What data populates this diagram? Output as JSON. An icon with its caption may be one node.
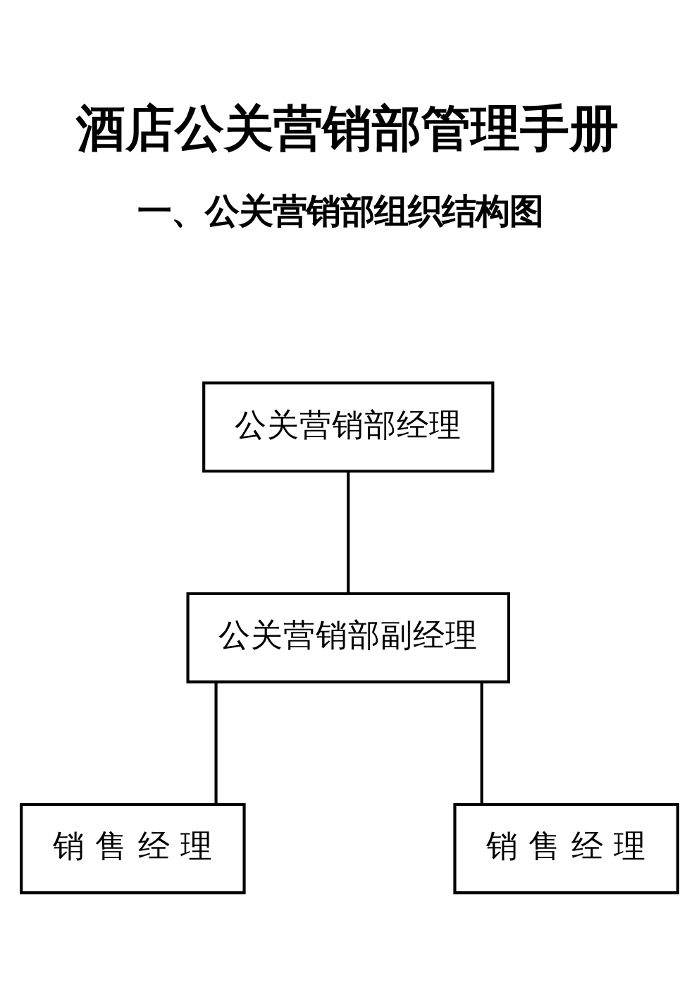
{
  "diagram": {
    "title": "酒店公关营销部管理手册",
    "nodes": [
      {
        "text": [
          "公关营销部经理"
        ]
      },
      {
        "text": [
          "公关营销部副经理"
        ]
      },
      {
        "text": [
          "销 售 经 理"
        ]
      },
      {
        "text": [
          "销 售 经 理"
        ]
      }
    ],
    "edges": [
      {
        "from": 0,
        "to": 1,
        "arrow": "none"
      },
      {
        "from": 1,
        "to": 2,
        "arrow": "none"
      },
      {
        "from": 1,
        "to": 3,
        "arrow": "none"
      }
    ],
    "labels": [
      "一、公关营销部组织结构图"
    ]
  }
}
